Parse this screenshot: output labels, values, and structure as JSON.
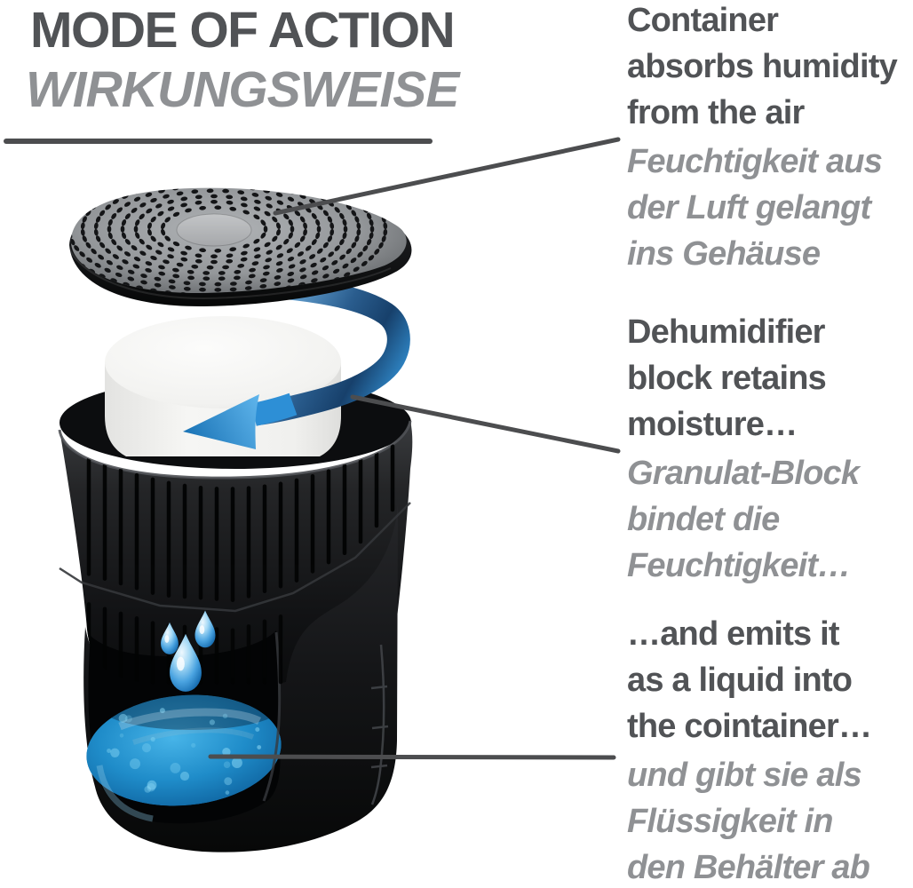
{
  "title": {
    "en": "MODE OF ACTION",
    "de": "WIRKUNGSWEISE"
  },
  "annotations": [
    {
      "id": "container-absorbs",
      "en": "Container\nabsorbs humidity\nfrom the air",
      "de": "Feuchtigkeit aus\nder Luft gelangt\nins Gehäuse"
    },
    {
      "id": "block-retains",
      "en": "Dehumidifier\nblock retains\nmoisture…",
      "de": "Granulat-Block\nbindet die\nFeuchtigkeit…"
    },
    {
      "id": "emits-liquid",
      "en": "…and emits it\nas a liquid into\nthe cointainer…",
      "de": "und gibt sie als\nFlüssigkeit in\nden Behälter ab"
    }
  ],
  "illustration": {
    "parts": {
      "lid": "perforated-lid",
      "block": "dehumidifier-granulate-block",
      "arrow": "airflow-spiral-arrow",
      "basket": "slotted-basket-housing",
      "drops": "water-drops",
      "pool": "collected-water-container"
    }
  },
  "colors": {
    "bg": "#ffffff",
    "text_primary": "#515356",
    "text_secondary": "#8f9194",
    "line": "#4c4d4f",
    "product_black": "#1a1b1d",
    "lid_surface_gray": "#999da0",
    "lid_center_gray": "#b8babc",
    "block_white": "#f4f4f2",
    "arrow_light_blue": "#9bcdf1",
    "arrow_dark_blue": "#17406b",
    "arrow_bright_blue": "#2d8fd6",
    "drop_blue": "#4aa3e0",
    "pool_blue": "#1f8cc9"
  }
}
